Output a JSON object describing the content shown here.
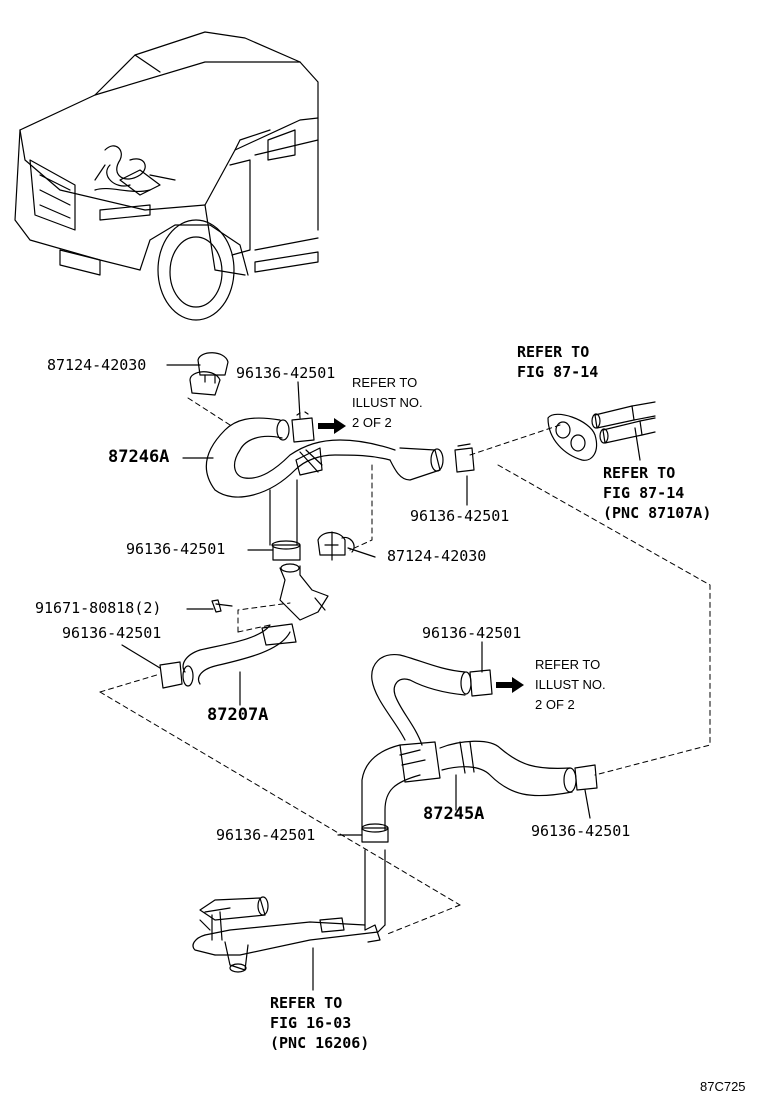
{
  "parts": {
    "clamp_top": "87124-42030",
    "clip_a": "96136-42501",
    "clip_b": "96136-42501",
    "clip_c": "96136-42501",
    "clamp_mid": "87124-42030",
    "bolt": "91671-80818(2)",
    "clip_d": "96136-42501",
    "clip_e": "96136-42501",
    "clip_f": "96136-42501",
    "clip_g": "96136-42501",
    "hose_upper": "87246A",
    "hose_short": "87207A",
    "hose_lower": "87245A"
  },
  "notes": {
    "illust_top": {
      "l1": "REFER TO",
      "l2": "ILLUST NO.",
      "l3": "2 OF 2"
    },
    "illust_mid": {
      "l1": "REFER TO",
      "l2": "ILLUST NO.",
      "l3": "2 OF 2"
    },
    "fig_top": {
      "l1": "REFER TO",
      "l2": "FIG 87-14"
    },
    "fig_right": {
      "l1": "REFER TO",
      "l2": "FIG 87-14",
      "l3": "(PNC 87107A)"
    },
    "fig_bottom": {
      "l1": "REFER TO",
      "l2": "FIG 16-03",
      "l3": "(PNC 16206)"
    }
  },
  "illustration_code": "87C725"
}
